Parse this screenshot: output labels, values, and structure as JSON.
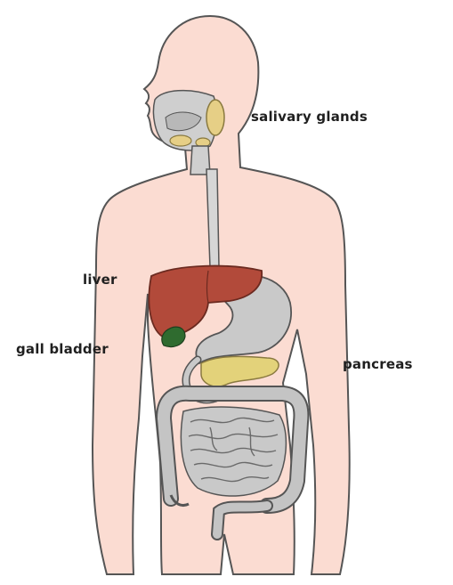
{
  "labels": {
    "salivary_glands": "salivary glands",
    "liver": "liver",
    "gall_bladder": "gall bladder",
    "pancreas": "pancreas"
  },
  "colors": {
    "skin": "#fbdcd2",
    "outline": "#555555",
    "liver": "#b24a3a",
    "gall_bladder": "#2f6b2f",
    "pancreas": "#e3d27a",
    "organ_gray": "#bfbfbf",
    "salivary": "#e6cf86"
  }
}
